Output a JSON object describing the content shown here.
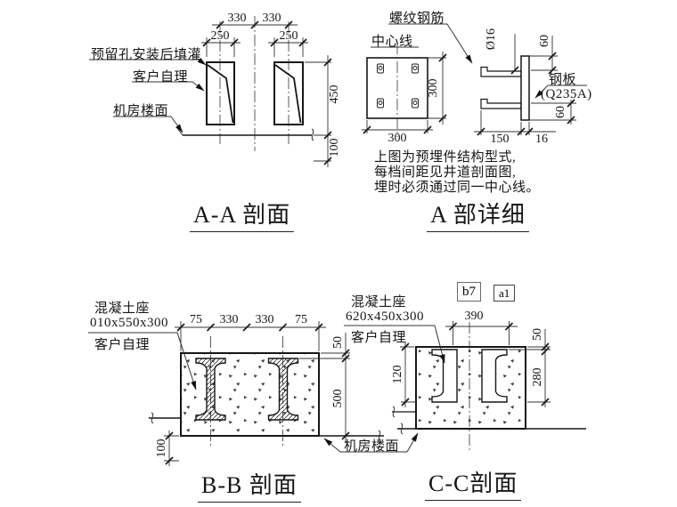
{
  "drawing": {
    "aa": {
      "title": "A-A 剖面",
      "label_hole": "预留孔安装后填灌",
      "label_customer": "客户自理",
      "label_floor": "机房楼面",
      "dim_330_left": "330",
      "dim_330_right": "330",
      "dim_250_left": "250",
      "dim_250_right": "250",
      "dim_450": "450",
      "dim_100": "100"
    },
    "detail": {
      "title": "A 部详细",
      "label_rebar": "螺纹钢筋",
      "label_centerline": "中心线",
      "label_plate": "钢板",
      "label_plate_grade": "(Q235A)",
      "dim_dia": "Ø16",
      "dim_60_top": "60",
      "dim_60_bottom": "60",
      "dim_300_side": "300",
      "dim_300_bottom": "300",
      "dim_150": "150",
      "dim_16": "16",
      "note_line1": "上图为预埋件结构型式,",
      "note_line2": "每档间距见井道剖面图,",
      "note_line3": "埋时必须通过同一中心线。"
    },
    "bb": {
      "title": "B-B 剖面",
      "label_concrete": "混凝土座",
      "label_concrete_size": "010x550x300",
      "label_customer": "客户自理",
      "label_floor": "机房楼面",
      "dim_75_left": "75",
      "dim_330_left": "330",
      "dim_330_right": "330",
      "dim_75_right": "75",
      "dim_50": "50",
      "dim_500": "500",
      "dim_100": "100"
    },
    "cc": {
      "title": "C-C剖面",
      "label_concrete": "混凝土座",
      "label_concrete_size": "620x450x300",
      "label_customer": "客户自理",
      "dim_390": "390",
      "dim_50": "50",
      "dim_120": "120",
      "dim_280": "280",
      "badge_b7": "b7",
      "badge_a1": "a1"
    }
  }
}
